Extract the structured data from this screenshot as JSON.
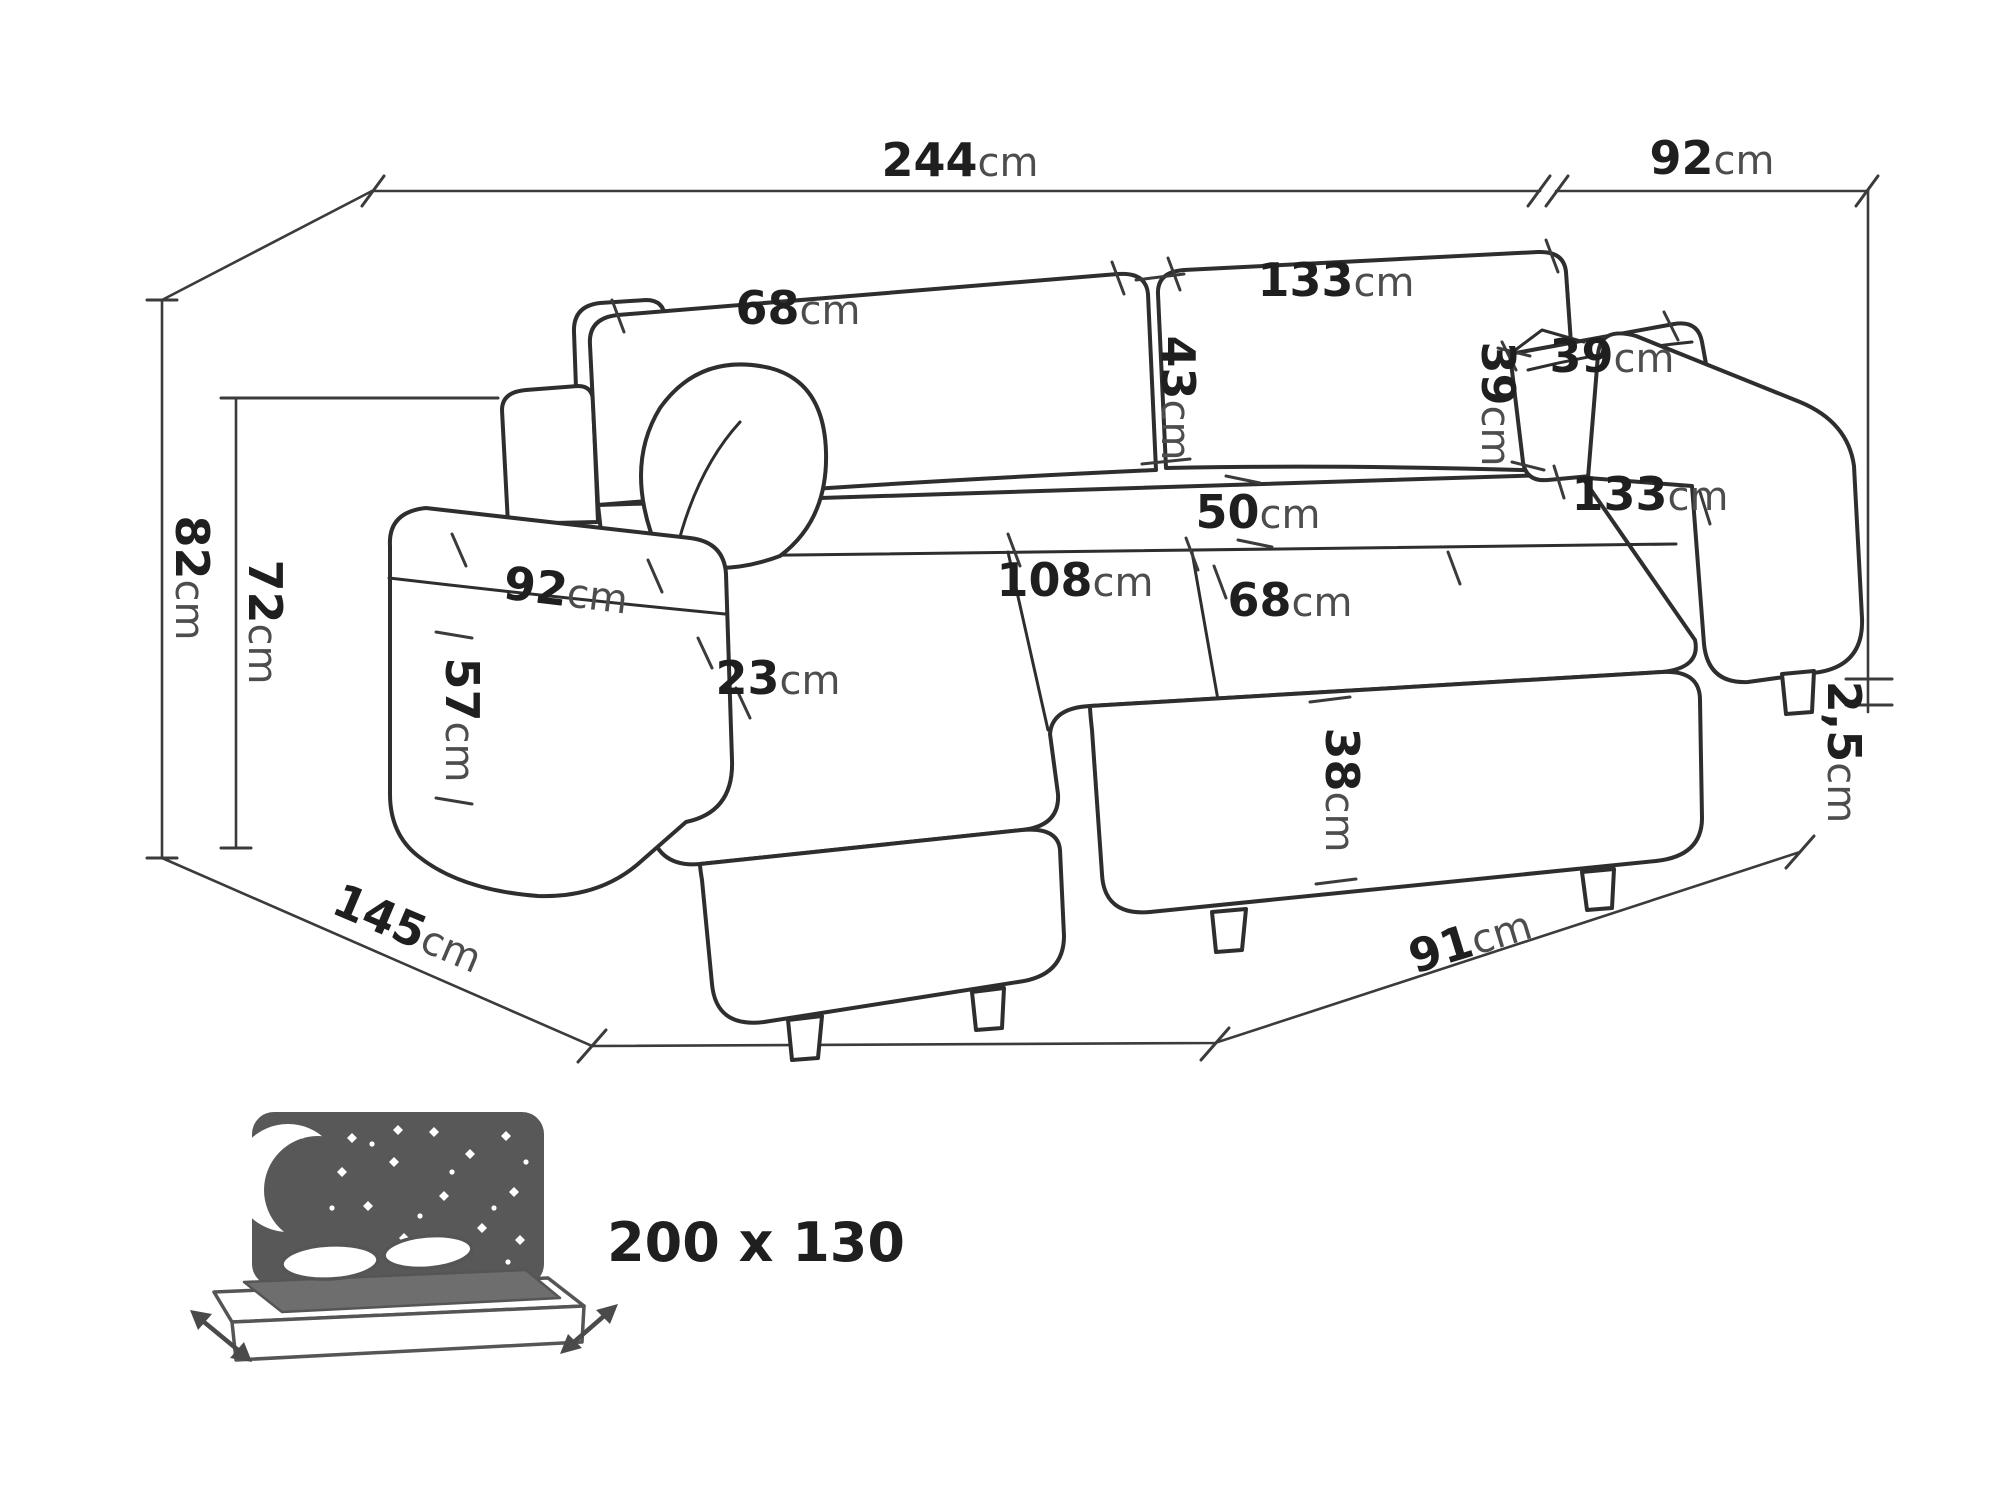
{
  "diagram_title": "corner-sofa-dimension-diagram",
  "dims": {
    "total_width": {
      "value": "244",
      "unit": "cm"
    },
    "total_depth": {
      "value": "92",
      "unit": "cm"
    },
    "total_height": {
      "value": "82",
      "unit": "cm"
    },
    "backrest_top_height": {
      "value": "72",
      "unit": "cm"
    },
    "back_cushion_left_width": {
      "value": "68",
      "unit": "cm"
    },
    "back_cushion_right_width": {
      "value": "133",
      "unit": "cm"
    },
    "backrest_cushion_height": {
      "value": "43",
      "unit": "cm"
    },
    "pillow_width": {
      "value": "39",
      "unit": "cm"
    },
    "pillow_height": {
      "value": "39",
      "unit": "cm"
    },
    "seat_back_strip_depth": {
      "value": "50",
      "unit": "cm"
    },
    "seat_right_width": {
      "value": "133",
      "unit": "cm"
    },
    "seat_cushion_left_width": {
      "value": "108",
      "unit": "cm"
    },
    "seat_cushion_right_width": {
      "value": "68",
      "unit": "cm"
    },
    "chaise_seat_width": {
      "value": "92",
      "unit": "cm"
    },
    "armrest_front_height": {
      "value": "57",
      "unit": "cm"
    },
    "armrest_width": {
      "value": "23",
      "unit": "cm"
    },
    "seat_height": {
      "value": "38",
      "unit": "cm"
    },
    "leg_height": {
      "value": "2,5",
      "unit": "cm"
    },
    "chaise_total_depth": {
      "value": "145",
      "unit": "cm"
    },
    "front_width_right": {
      "value": "91",
      "unit": "cm"
    }
  },
  "sleeping_area": {
    "label": "200 x 130"
  },
  "icons": {
    "sleeping_icon": "bed-with-starry-headboard"
  },
  "colors": {
    "outline": "#2e2e2e",
    "dimension_line": "#3b3b3b",
    "number_text": "#1f1f1f",
    "unit_text": "#4d4d4d",
    "icon_dark": "#585858"
  }
}
